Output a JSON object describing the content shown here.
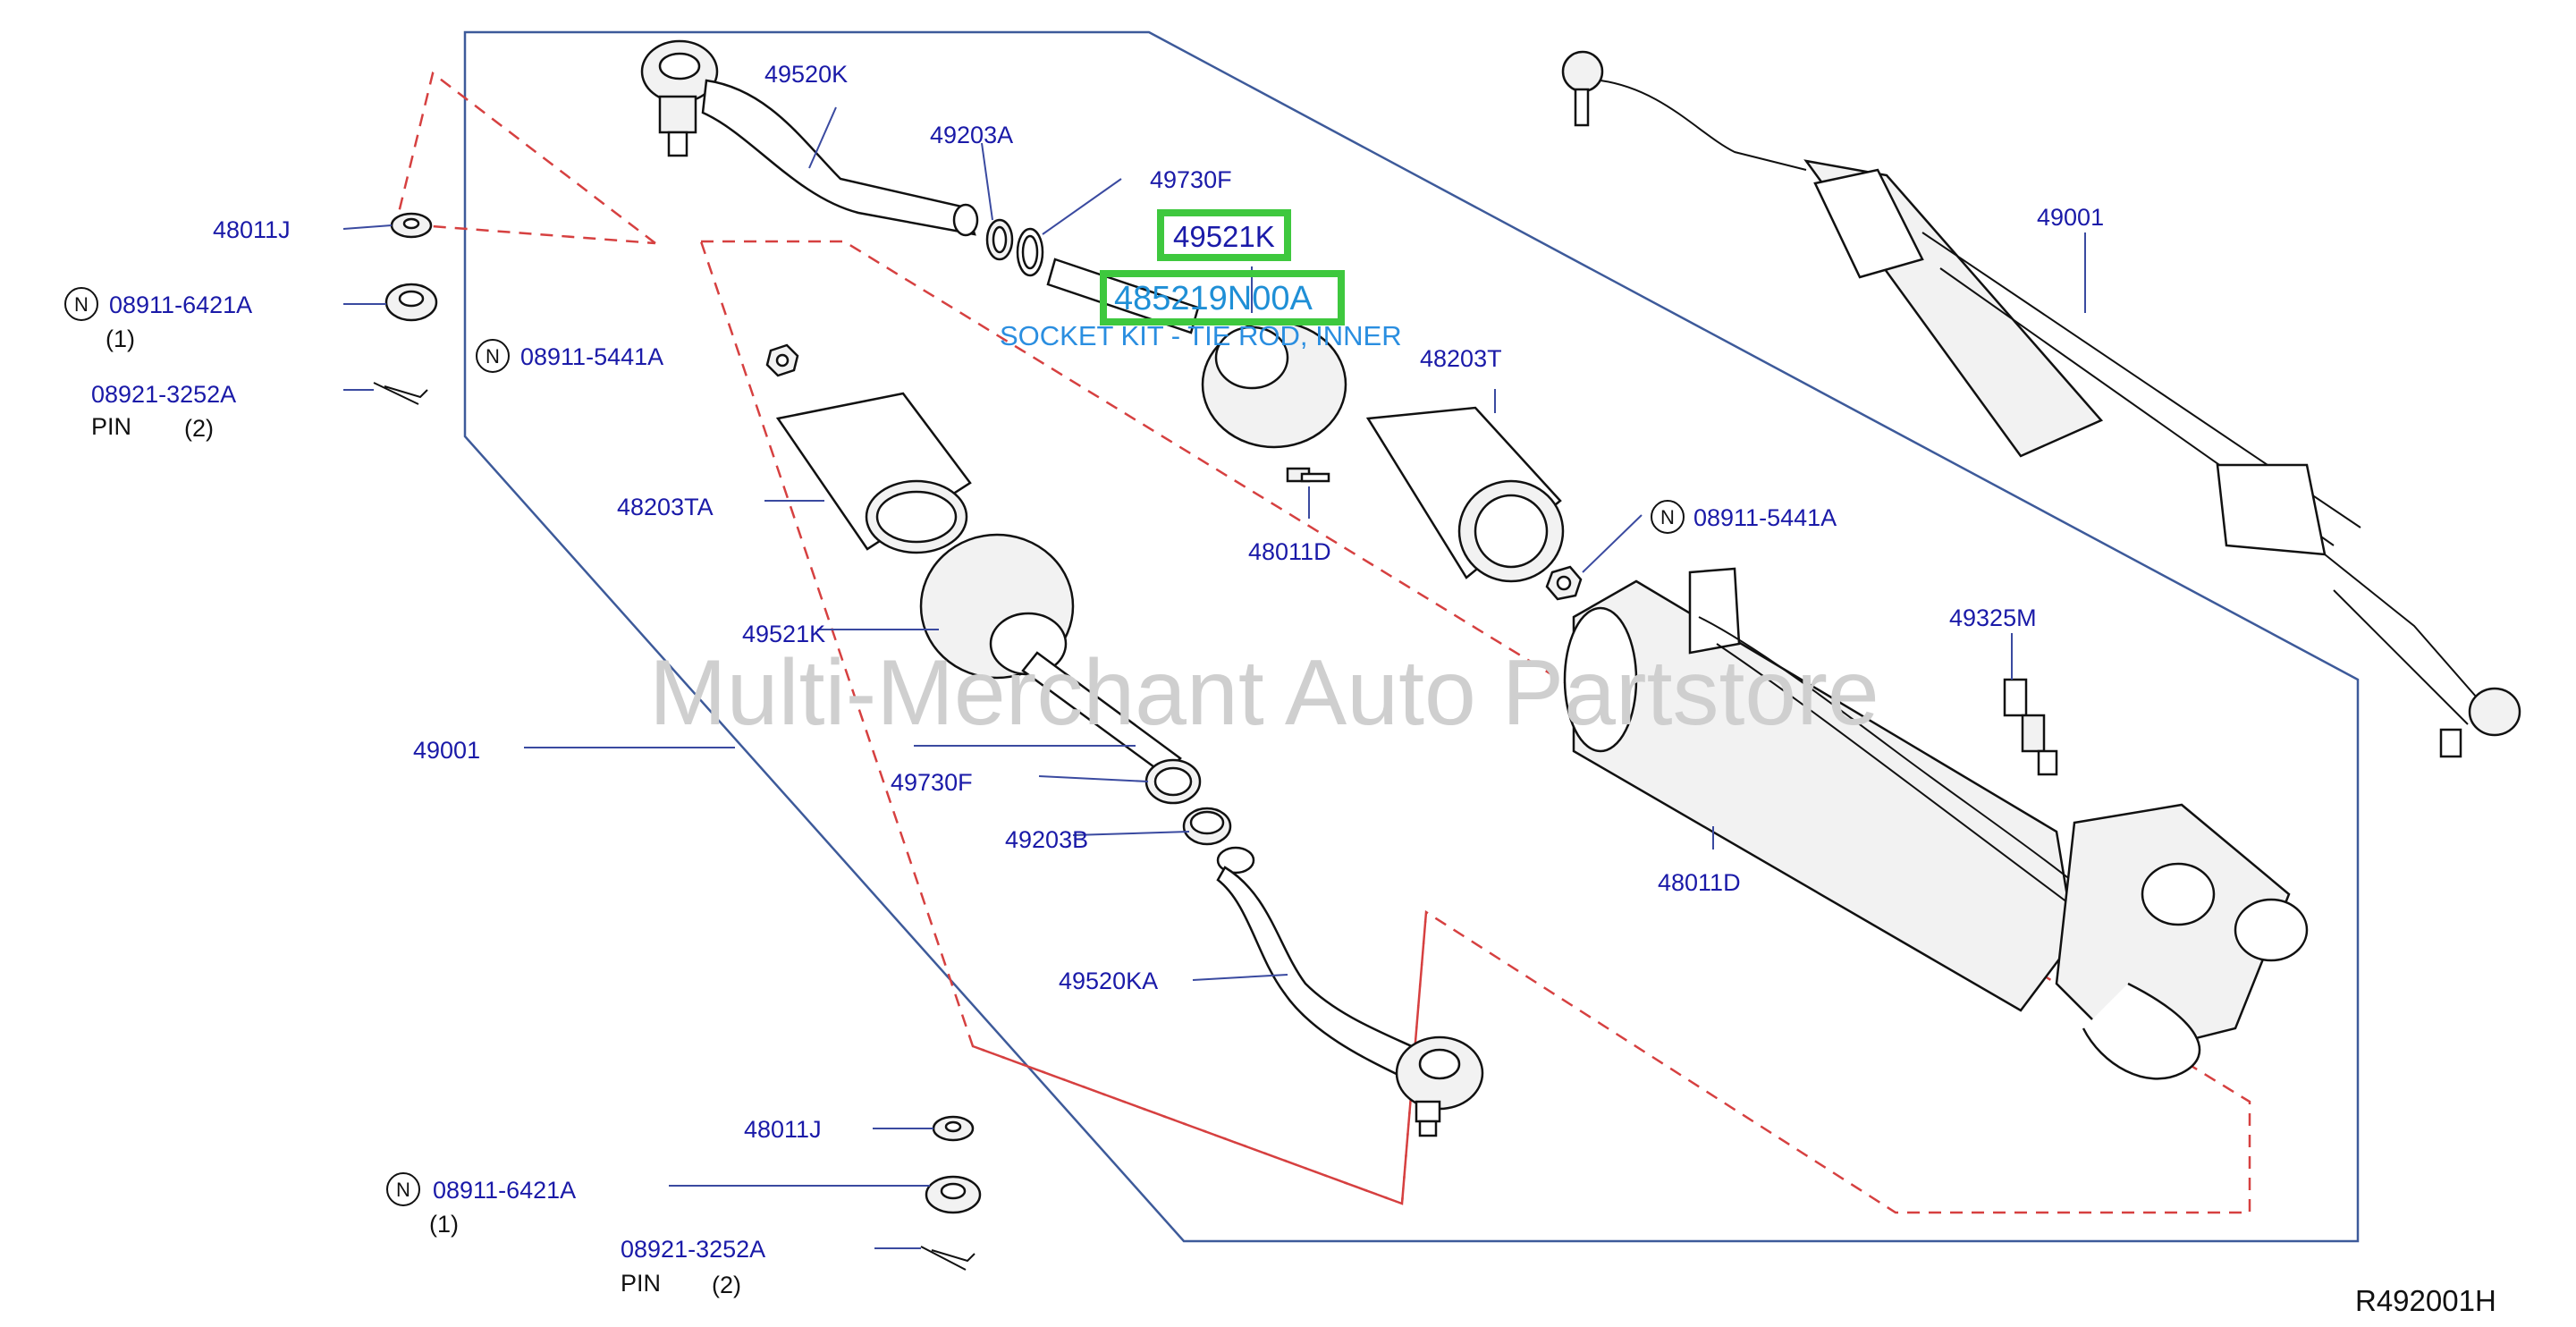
{
  "labels": {
    "tie_rod_end_top": "49520K",
    "boot_clamp_a": "49203A",
    "boot_band_top": "49730F",
    "socket_kit_top": "49521K",
    "highlight_part": "485219N00A",
    "highlight_desc": "SOCKET KIT - TIE ROD, INNER",
    "boot_right": "48203T",
    "nut_right": "08911-5441A",
    "bolt_center": "48011D",
    "washer_top": "48011J",
    "nut_top_left": "08911-6421A",
    "qty_nut_top": "(1)",
    "pin_top": "08921-3252A",
    "pin_word_top": "PIN",
    "pin_qty_top": "(2)",
    "nut_mid_left": "08911-5441A",
    "boot_left": "48203TA",
    "socket_kit_left": "49521K",
    "rack_assembly_left": "49001",
    "boot_band_left": "49730F",
    "boot_clamp_b": "49203B",
    "tie_rod_end_lower": "49520KA",
    "washer_bottom": "48011J",
    "nut_bottom_left": "08911-6421A",
    "qty_nut_bottom": "(1)",
    "pin_bottom": "08921-3252A",
    "pin_word_bottom": "PIN",
    "pin_qty_bottom": "(2)",
    "rack_assembly_right": "49001",
    "sensor": "49325M",
    "bolt_right": "48011D",
    "n_marker": "N"
  },
  "watermark": "Multi-Merchant Auto Partstore",
  "diagram_ref": "R492001H",
  "colors": {
    "label": "#1a1aa8",
    "highlight_box": "#3ec83e",
    "highlight_text": "#1f8fd6",
    "dashed_line": "#d64040",
    "frame": "#3d5a9a",
    "watermark": "#cfcfcf"
  }
}
